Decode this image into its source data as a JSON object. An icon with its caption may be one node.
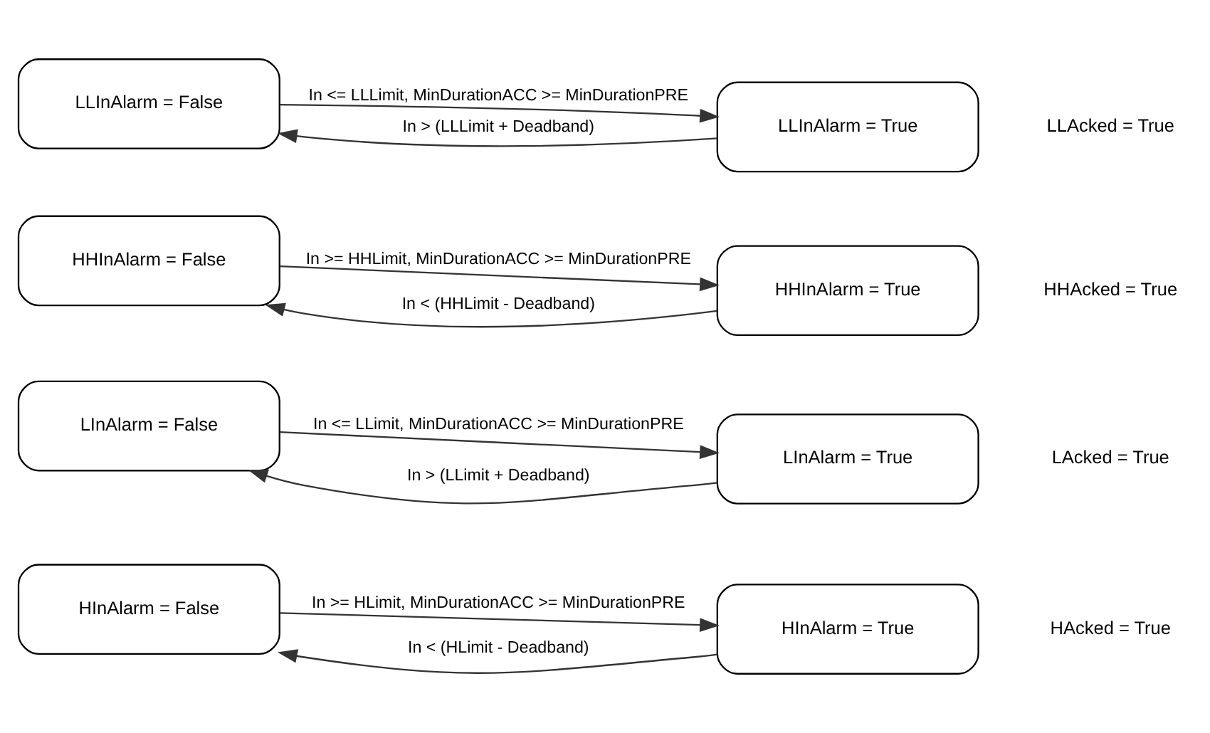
{
  "diagram": {
    "nodes": [
      {
        "text": [
          "HInAlarm = False"
        ]
      },
      {
        "text": [
          "HInAlarm = True"
        ]
      },
      {
        "text": [
          "LInAlarm = False"
        ]
      },
      {
        "text": [
          "LInAlarm = True"
        ]
      },
      {
        "text": [
          "HHInAlarm = False"
        ]
      },
      {
        "text": [
          "HHInAlarm = True"
        ]
      },
      {
        "text": [
          "LLInAlarm = False"
        ]
      },
      {
        "text": [
          "LLInAlarm = True"
        ]
      }
    ],
    "edges": [
      {
        "from": 0,
        "to": 1,
        "arrow": "to",
        "label": "In >= HLimit, MinDurationACC >= MinDurationPRE"
      },
      {
        "from": 1,
        "to": 0,
        "arrow": "to",
        "label": "In < (HLimit - Deadband)"
      },
      {
        "from": 2,
        "to": 3,
        "arrow": "to",
        "label": "In <= LLimit, MinDurationACC >= MinDurationPRE"
      },
      {
        "from": 3,
        "to": 2,
        "arrow": "to",
        "label": "In > (LLimit + Deadband)"
      },
      {
        "from": 4,
        "to": 5,
        "arrow": "to",
        "label": "In >= HHLimit, MinDurationACC >= MinDurationPRE"
      },
      {
        "from": 5,
        "to": 4,
        "arrow": "to",
        "label": "In < (HHLimit - Deadband)"
      },
      {
        "from": 6,
        "to": 7,
        "arrow": "to",
        "label": "In <= LLLimit, MinDurationACC >= MinDurationPRE"
      },
      {
        "from": 7,
        "to": 6,
        "arrow": "to",
        "label": "In > (LLLimit + Deadband)"
      }
    ],
    "labels": [
      "HAcked = True",
      "LAcked = True",
      "HHAcked = True",
      "LLAcked = True"
    ]
  }
}
